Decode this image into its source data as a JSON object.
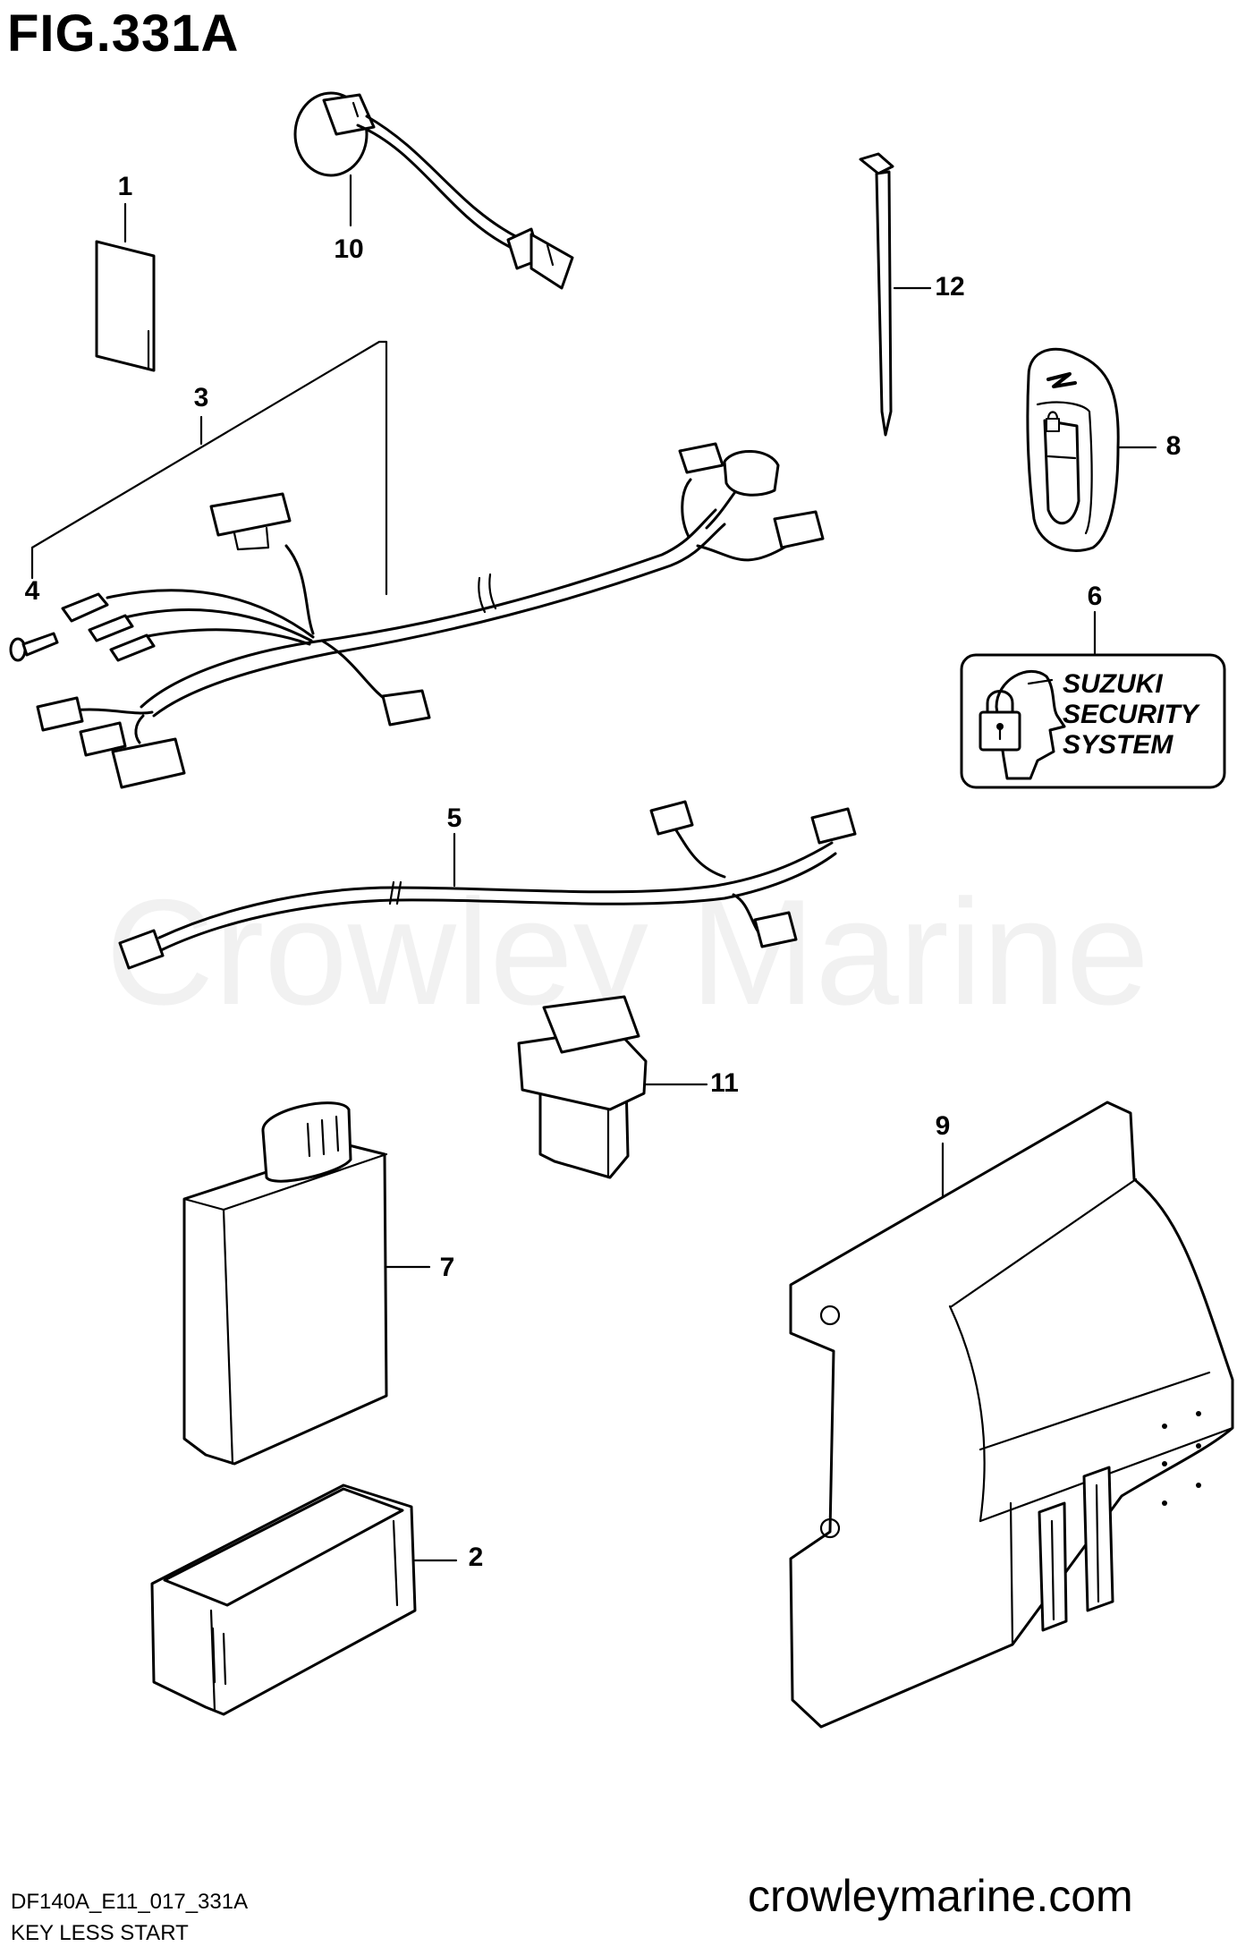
{
  "figure": {
    "title": "FIG.331A",
    "code": "DF140A_E11_017_331A",
    "caption": "KEY LESS START",
    "website": "crowleymarine.com",
    "watermark": "Crowley Marine"
  },
  "callouts": [
    "1",
    "2",
    "3",
    "4",
    "5",
    "6",
    "7",
    "8",
    "9",
    "10",
    "11",
    "12"
  ],
  "label_6": {
    "lines": [
      "SUZUKI",
      "SECURITY",
      "SYSTEM"
    ]
  },
  "icons": [
    "padlock-icon",
    "suzuki-s-logo-icon"
  ]
}
